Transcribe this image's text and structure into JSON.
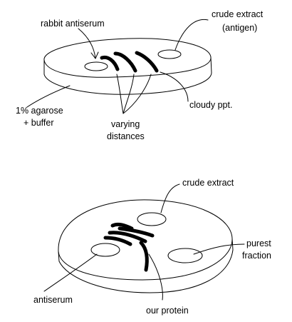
{
  "top_panel": {
    "label_antiserum": "rabbit antiserum",
    "label_crude_line1": "crude extract",
    "label_crude_line2": "(antigen)",
    "label_cloudy": "cloudy ppt.",
    "label_agarose_line1": "1% agarose",
    "label_agarose_line2": "+ buffer",
    "label_varying_line1": "varying",
    "label_varying_line2": "distances"
  },
  "bottom_panel": {
    "label_crude": "crude extract",
    "label_purest_line1": "purest",
    "label_purest_line2": "fraction",
    "label_antiserum": "antiserum",
    "label_protein": "our protein"
  },
  "colors": {
    "ink": "#000000",
    "background": "#ffffff"
  }
}
